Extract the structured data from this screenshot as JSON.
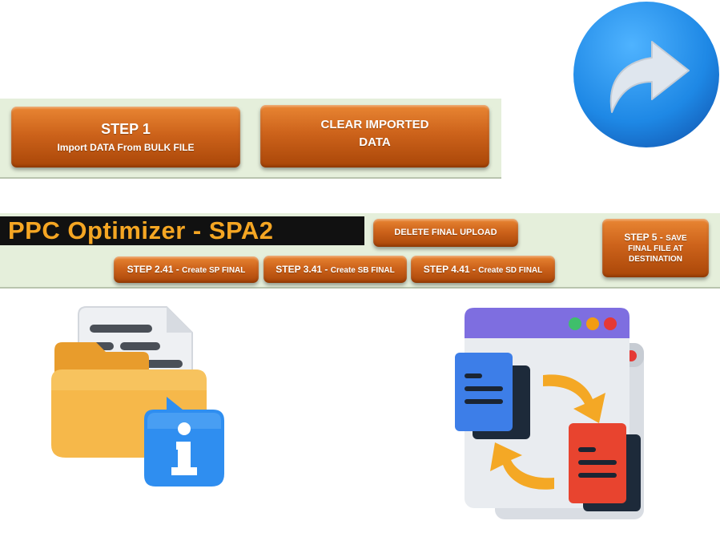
{
  "sheet": {
    "step1": {
      "title": "STEP 1",
      "subtitle": "Import DATA From BULK FILE"
    },
    "clear_imported": {
      "line1": "CLEAR IMPORTED",
      "line2": "DATA"
    },
    "title": "PPC Optimizer - SPA2",
    "delete_final_upload": "DELETE FINAL UPLOAD",
    "step241": {
      "prefix": "STEP 2.41 -",
      "label": "Create SP FINAL"
    },
    "step341": {
      "prefix": "STEP 3.41 -",
      "label": "Create SB FINAL"
    },
    "step441": {
      "prefix": "STEP 4.41 -",
      "label": "Create SD FINAL"
    },
    "step5": {
      "prefix": "STEP 5 -",
      "line1_rest": "SAVE",
      "line2": "FINAL FILE AT",
      "line3": "DESTINATION"
    }
  },
  "icons": {
    "share": "share-arrow-icon",
    "folder_info": "folder-info-icon",
    "file_transfer": "file-transfer-icon"
  },
  "colors": {
    "button_orange": "#cd631b",
    "band_green": "#e5efdb",
    "title_bg": "#111111",
    "title_text": "#f5a623",
    "share_blue": "#2196f3"
  }
}
